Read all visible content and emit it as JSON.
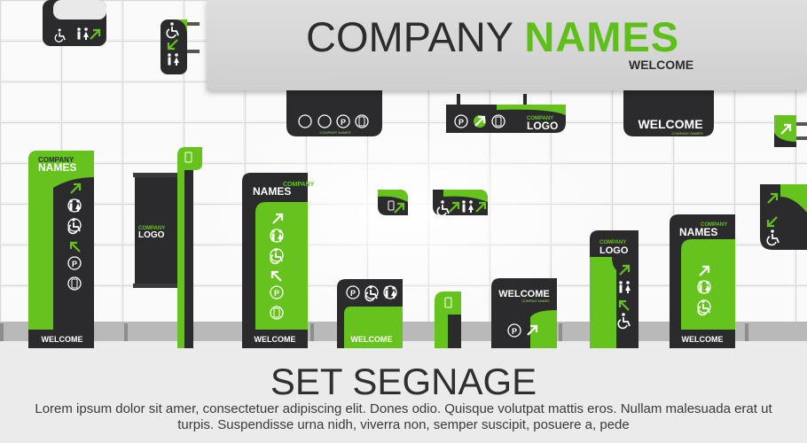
{
  "header": {
    "company": "COMPANY",
    "names": "NAMES",
    "welcome": "WELCOME"
  },
  "signs": {
    "company_small": "COMPANY",
    "names": "NAMES",
    "logo": "LOGO",
    "welcome": "WELCOME",
    "company_names_small": "COMPANY NAMES"
  },
  "footer": {
    "title": "SET SEGNAGE",
    "text": "Lorem ipsum dolor sit amer, consectetuer adipiscing elit. Dones odio. Quisque volutpat mattis eros. Nullam malesuada erat ut turpis. Suspendisse urna nidh, viverra non, semper suscipit, posuere a, pede"
  },
  "colors": {
    "accent": "#66c21c",
    "dark": "#2b2b2d",
    "wall": "#f2f2f2"
  },
  "icons": [
    "wheelchair-icon",
    "toilet-icon",
    "parking-icon",
    "phone-icon",
    "arrow-up-right-icon",
    "arrow-down-left-icon",
    "arrow-down-right-icon",
    "arrow-up-left-icon"
  ]
}
